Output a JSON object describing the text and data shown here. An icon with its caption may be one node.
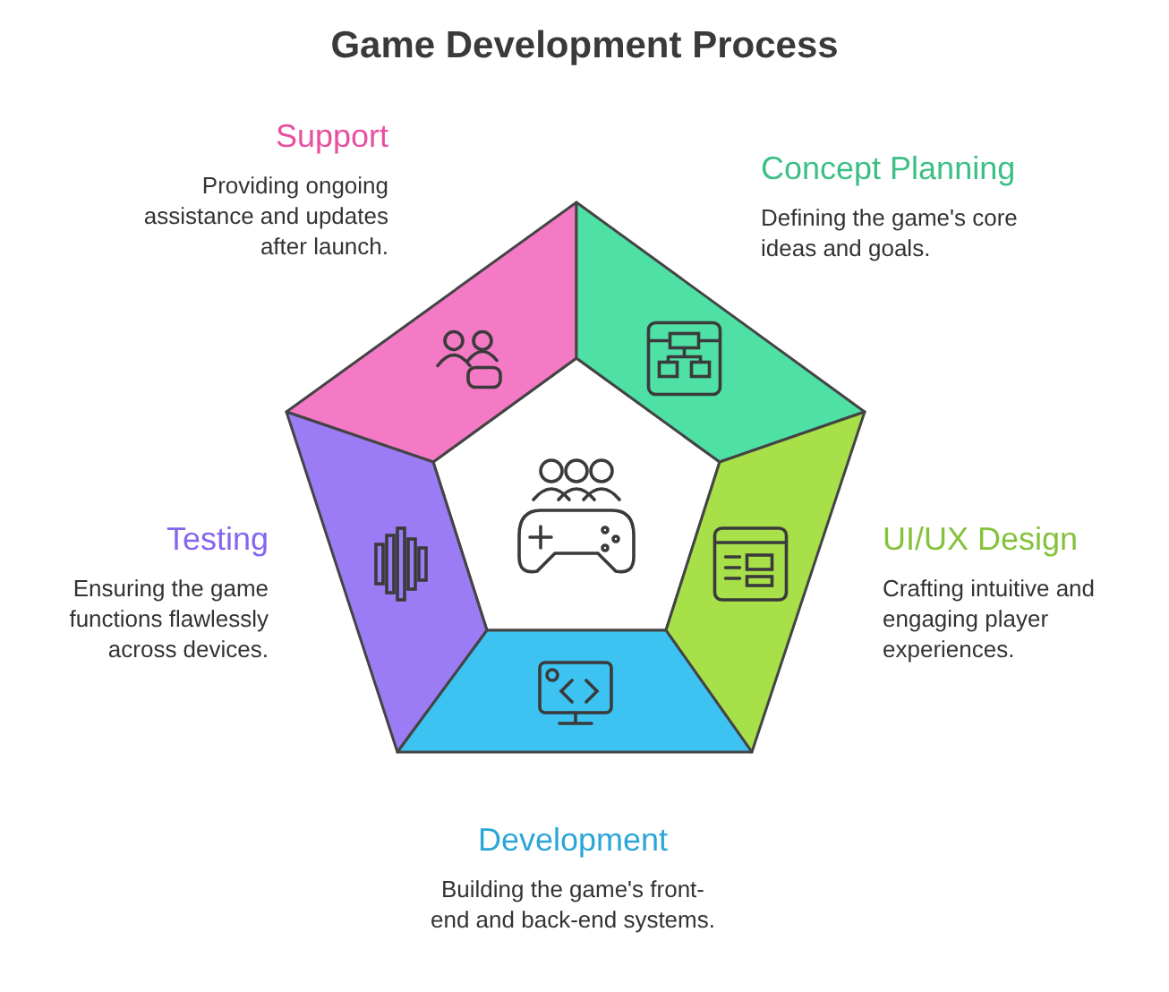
{
  "diagram": {
    "title": "Game Development Process",
    "nodes": [
      {
        "text": [
          "Support",
          "Providing ongoing assistance and updates after launch."
        ]
      },
      {
        "text": [
          "Concept Planning",
          "Defining the game's core ideas and goals."
        ]
      },
      {
        "text": [
          "Testing",
          "Ensuring the game functions flawlessly across devices."
        ]
      },
      {
        "text": [
          "UI/UX Design",
          "Crafting intuitive and engaging player experiences."
        ]
      },
      {
        "text": [
          "Development",
          "Building the game's front-end and back-end systems."
        ]
      }
    ]
  }
}
